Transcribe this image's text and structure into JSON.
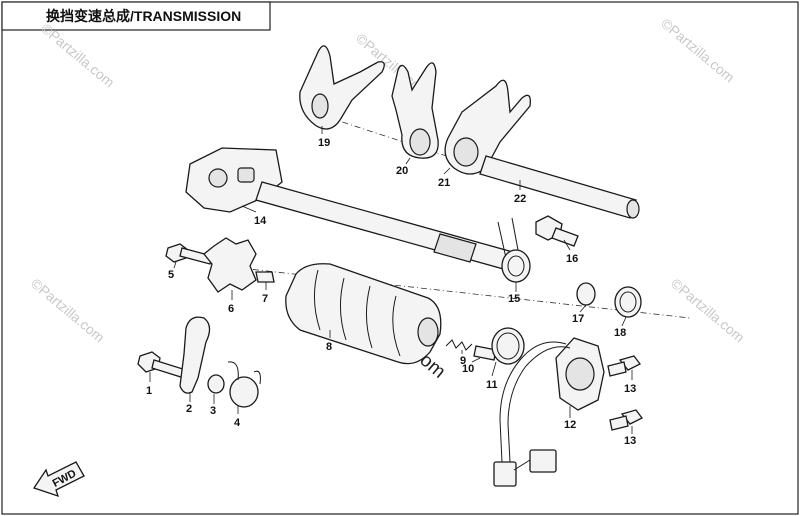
{
  "title": "换挡变速总成/TRANSMISSION",
  "watermark": "©Partzilla.com",
  "callouts": [
    {
      "id": "1"
    },
    {
      "id": "2"
    },
    {
      "id": "3"
    },
    {
      "id": "4"
    },
    {
      "id": "5"
    },
    {
      "id": "6"
    },
    {
      "id": "7"
    },
    {
      "id": "8"
    },
    {
      "id": "9"
    },
    {
      "id": "10"
    },
    {
      "id": "11"
    },
    {
      "id": "12"
    },
    {
      "id": "13a",
      "label": "13"
    },
    {
      "id": "13b",
      "label": "13"
    },
    {
      "id": "14"
    },
    {
      "id": "15"
    },
    {
      "id": "16"
    },
    {
      "id": "17"
    },
    {
      "id": "18"
    },
    {
      "id": "19"
    },
    {
      "id": "20"
    },
    {
      "id": "21"
    },
    {
      "id": "22"
    }
  ],
  "labels": {
    "c1": "1",
    "c2": "2",
    "c3": "3",
    "c4": "4",
    "c5": "5",
    "c6": "6",
    "c7": "7",
    "c8": "8",
    "c9": "9",
    "c10": "10",
    "c11": "11",
    "c12": "12",
    "c13a": "13",
    "c13b": "13",
    "c14": "14",
    "c15": "15",
    "c16": "16",
    "c17": "17",
    "c18": "18",
    "c19": "19",
    "c20": "20",
    "c21": "21",
    "c22": "22"
  },
  "front_arrow": "FWD"
}
